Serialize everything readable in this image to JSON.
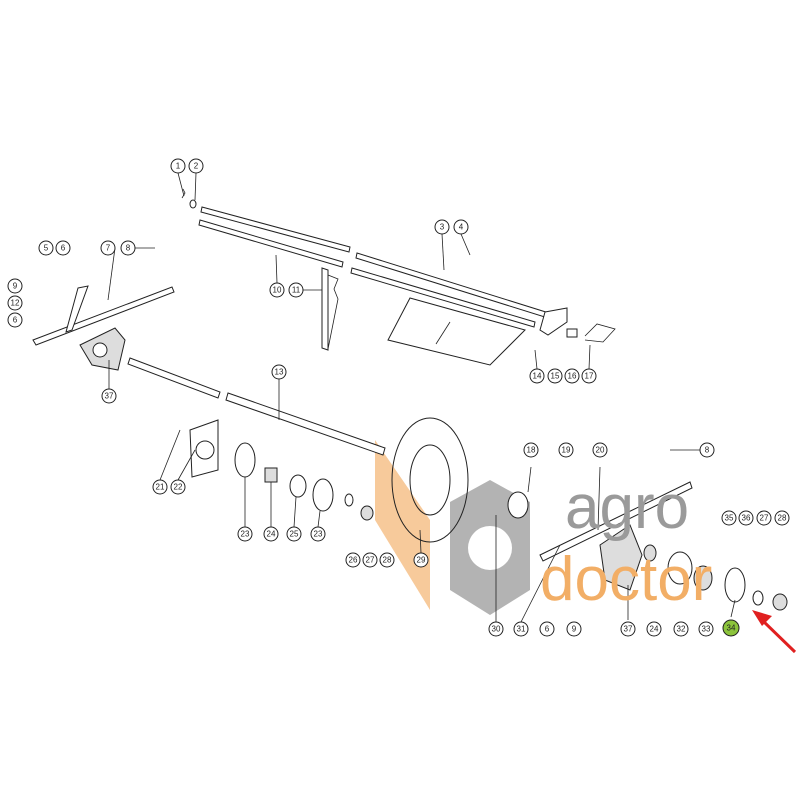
{
  "diagram": {
    "callouts": [
      "1",
      "2",
      "3",
      "4",
      "5",
      "6",
      "7",
      "8",
      "9",
      "12",
      "6",
      "10",
      "11",
      "37",
      "13",
      "14",
      "15",
      "16",
      "17",
      "21",
      "22",
      "23",
      "24",
      "25",
      "23",
      "26",
      "27",
      "28",
      "29",
      "18",
      "19",
      "20",
      "8",
      "30",
      "31",
      "6",
      "9",
      "37",
      "24",
      "32",
      "33",
      "34",
      "35",
      "36",
      "27",
      "28"
    ],
    "highlighted_part": "34",
    "highlight_color": "#8cc43c",
    "arrow_color": "#e02020"
  },
  "watermark": {
    "line1": "agro",
    "line2": "doctor"
  }
}
